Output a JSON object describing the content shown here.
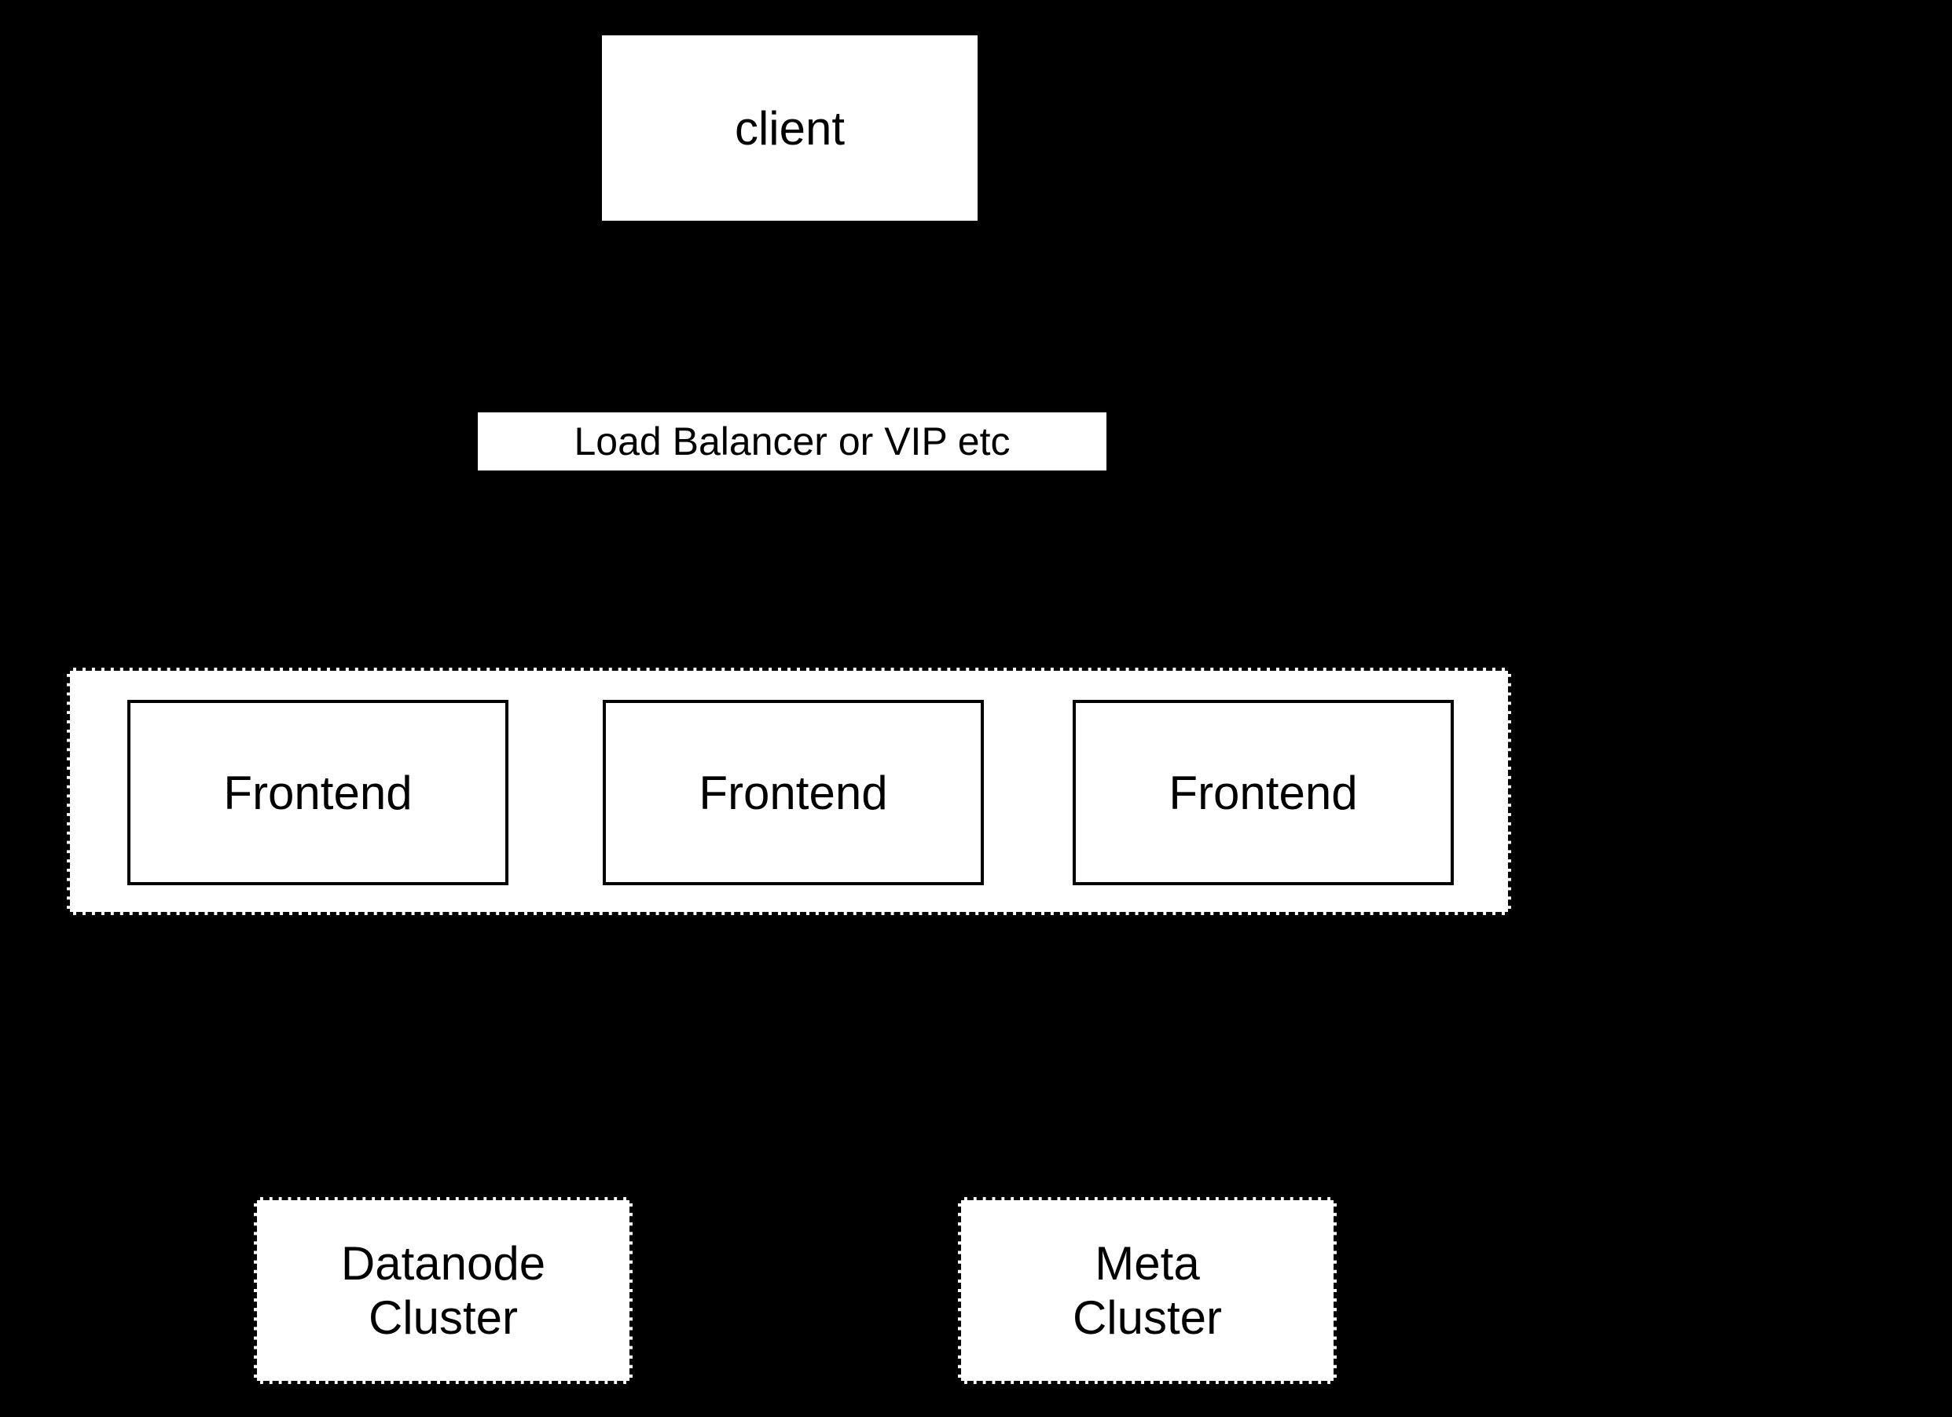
{
  "diagram": {
    "background_color": "#000000",
    "node_fill_color": "#ffffff",
    "node_border_color": "#000000",
    "node_text_color": "#000000",
    "nodes": {
      "client": {
        "label": "client"
      },
      "load_balancer": {
        "label": "Load Balancer or VIP etc"
      },
      "frontend_group": {
        "frontends": [
          {
            "label": "Frontend"
          },
          {
            "label": "Frontend"
          },
          {
            "label": "Frontend"
          }
        ]
      },
      "datanode_cluster": {
        "label": "Datanode\nCluster"
      },
      "meta_cluster": {
        "label": "Meta\nCluster"
      }
    }
  }
}
